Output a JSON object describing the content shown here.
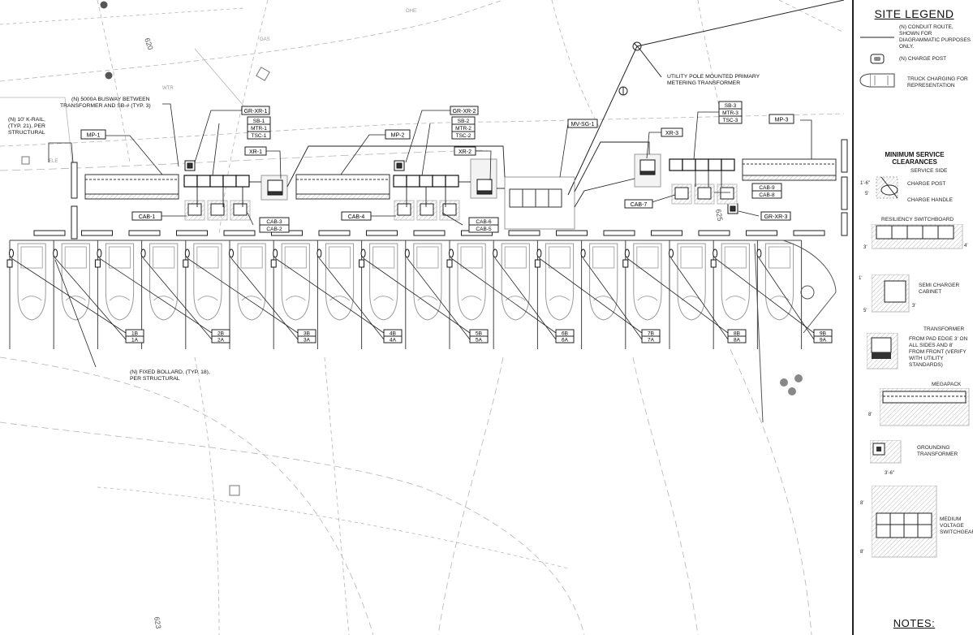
{
  "drawing": {
    "tags": {
      "mp1": "MP-1",
      "mp2": "MP-2",
      "mp3": "MP-3",
      "grxr1": "GR-XR-1",
      "grxr2": "GR-XR-2",
      "grxr3": "GR-XR-3",
      "sb1": "SB-1",
      "mtr1": "MTR-1",
      "tsc1": "TSC-1",
      "sb2": "SB-2",
      "mtr2": "MTR-2",
      "tsc2": "TSC-2",
      "sb3": "SB-3",
      "mtr3": "MTR-3",
      "tsc3": "TSC-3",
      "xr1": "XR-1",
      "xr2": "XR-2",
      "xr3": "XR-3",
      "mvsg1": "MV-SG-1",
      "cab1": "CAB-1",
      "cab2": "CAB-2",
      "cab3": "CAB-3",
      "cab4": "CAB-4",
      "cab5": "CAB-5",
      "cab6": "CAB-6",
      "cab7": "CAB-7",
      "cab8": "CAB-8",
      "cab9": "CAB-9"
    },
    "notes": {
      "busway": [
        "(N) 5000A BUSWAY BETWEEN",
        "TRANSFORMER AND SB-# (TYP. 3)"
      ],
      "krail": [
        "(N) 10' K-RAIL,",
        "(TYP. 21), PER",
        "STRUCTURAL"
      ],
      "pole": [
        "UTILITY POLE MOUNTED PRIMARY",
        "METERING TRANSFORMER"
      ],
      "bollard": [
        "(N) FIXED BOLLARD, (TYP. 18),",
        "PER STRUCTURAL"
      ]
    },
    "stalls": [
      {
        "b": "1B",
        "a": "1A"
      },
      {
        "b": "2B",
        "a": "2A"
      },
      {
        "b": "3B",
        "a": "3A"
      },
      {
        "b": "4B",
        "a": "4A"
      },
      {
        "b": "5B",
        "a": "5A"
      },
      {
        "b": "6B",
        "a": "6A"
      },
      {
        "b": "7B",
        "a": "7A"
      },
      {
        "b": "8B",
        "a": "8A"
      },
      {
        "b": "9B",
        "a": "9A"
      }
    ],
    "contours": {
      "c620": "620",
      "c625": "625",
      "c623": "623"
    },
    "utility_codes": {
      "elec": "ELE",
      "water": "WTR",
      "gas": "GAS",
      "overhead": "OHE"
    }
  },
  "legend": {
    "title": "SITE LEGEND",
    "conduit": [
      "(N) CONDUIT ROUTE,",
      "SHOWN FOR",
      "DIAGRAMMATIC PURPOSES",
      "ONLY."
    ],
    "charge_post": "(N) CHARGE POST",
    "truck": [
      "TRUCK CHARGING FOR",
      "REPRESENTATION"
    ],
    "min_clear": [
      "MINIMUM SERVICE",
      "CLEARANCES"
    ],
    "service_side": "SERVICE SIDE",
    "charge_post2": "CHARGE POST",
    "charge_handle": "CHARGE HANDLE",
    "resiliency": "RESILIENCY SWITCHBOARD",
    "semi": [
      "SEMI CHARGER",
      "CABINET"
    ],
    "transformer": "TRANSFORMER",
    "transformer_note": [
      "FROM PAD EDGE 3' ON",
      "ALL SIDES AND 8'",
      "FROM FRONT (VERIFY",
      "WITH UTILITY",
      "STANDARDS)"
    ],
    "megapack": "MEGAPACK",
    "grounding": [
      "GROUNDING",
      "TRANSFORMER"
    ],
    "mv": [
      "MEDIUM",
      "VOLTAGE",
      "SWITCHGEAR"
    ],
    "notes": "NOTES:",
    "dims": {
      "d16": "1'-6\"",
      "d5a": "5'",
      "d3a": "3'",
      "d4": "4'",
      "d1": "1'",
      "d5b": "5'",
      "d3b": "3'",
      "d8a": "8'",
      "d36": "3'-6\"",
      "d8b": "8'",
      "d8c": "8'"
    }
  },
  "colors": {
    "ink": "#1a1a1a",
    "linework": "#9a9a9a",
    "background": "#ffffff"
  }
}
